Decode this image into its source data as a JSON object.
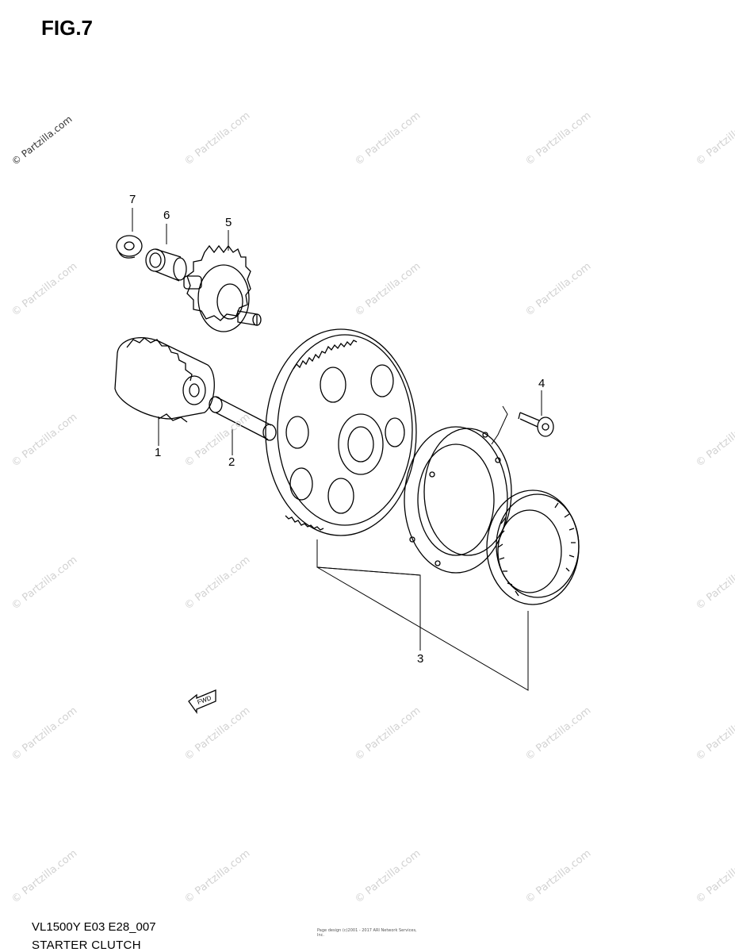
{
  "figure": {
    "title": "FIG.7"
  },
  "watermark": {
    "text": "© Partzilla.com"
  },
  "callouts": {
    "p1": "1",
    "p2": "2",
    "p3": "3",
    "p4": "4",
    "p5": "5",
    "p6": "6",
    "p7": "7"
  },
  "footer": {
    "model_code": "VL1500Y E03 E28_007",
    "diagram_name": "STARTER CLUTCH",
    "copyright": "Page design (c)2001 - 2017 ARI Network Services, Inc."
  },
  "direction_arrow": {
    "label": "FWD"
  }
}
